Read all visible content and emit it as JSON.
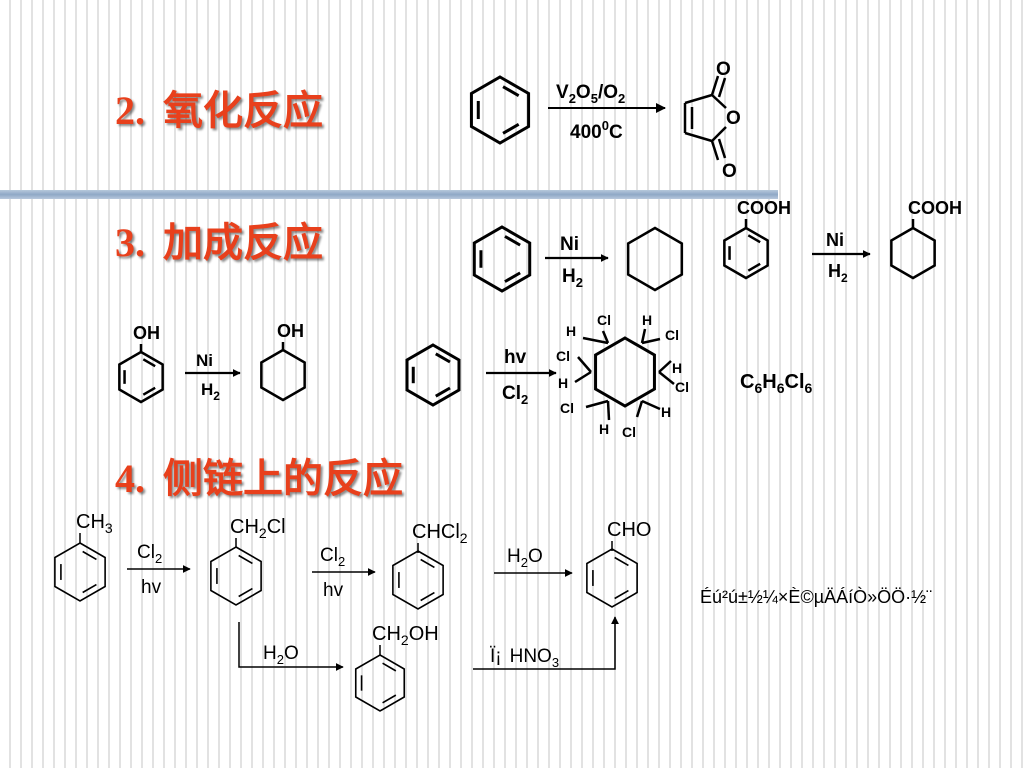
{
  "headings": [
    {
      "num": "2.",
      "text": "氧化反应"
    },
    {
      "num": "3.",
      "text": "加成反应"
    },
    {
      "num": "4.",
      "text": "侧链上的反应"
    }
  ],
  "colors": {
    "heading": "#e8401c",
    "divider": "#8fa8c6",
    "ink": "#000000"
  },
  "oxidation": {
    "reagent": {
      "a": "V",
      "a_sub": "2",
      "b": "O",
      "b_sub": "5",
      "c": "/O",
      "c_sub": "2"
    },
    "condition": {
      "a": "400",
      "a_sup": "0",
      "b": "C"
    },
    "ring_o": "O",
    "top_o": "O",
    "bottom_o": "O"
  },
  "addition": {
    "cat": "Ni",
    "h2": "H",
    "h2_sub": "2",
    "cooh": "COOH",
    "oh": "OH",
    "hv": "hv",
    "cl2": "Cl",
    "cl2_sub": "2",
    "h": "H",
    "cl": "Cl",
    "formula": {
      "c": "C",
      "c_sub": "6",
      "h": "H",
      "h_sub": "6",
      "cl": "Cl",
      "cl_sub": "6"
    }
  },
  "side_chain": {
    "ch3": "CH",
    "ch3_sub": "3",
    "ch2cl_a": "CH",
    "ch2cl_sub": "2",
    "ch2cl_b": "Cl",
    "chcl2_a": "CHCl",
    "chcl2_sub": "2",
    "cho": "CHO",
    "ch2oh_a": "CH",
    "ch2oh_sub": "2",
    "ch2oh_b": "OH",
    "cl2": "Cl",
    "cl2_sub": "2",
    "hv": "hv",
    "h2o_a": "H",
    "h2o_sub": "2",
    "h2o_b": "O",
    "oxidant_prefix": "Ï¡",
    "oxidant": "HNO",
    "oxidant_sub": "3",
    "garbled_note": "Éú²ú±½¼×È©µÄÁíÒ»ÖÖ·½¨"
  }
}
